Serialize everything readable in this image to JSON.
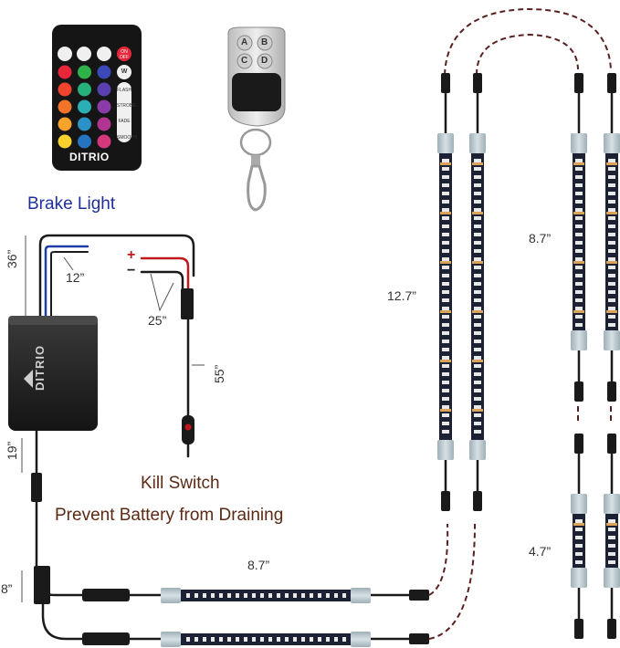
{
  "labels": {
    "brake_light": "Brake Light",
    "kill_switch": "Kill Switch",
    "prevent_battery": "Prevent Battery from Draining",
    "len_36": "36”",
    "len_12": "12”",
    "len_25": "25”",
    "len_55": "55”",
    "len_19": "19”",
    "len_8": "8”",
    "len_127": "12.7”",
    "len_87_right": "8.7”",
    "len_47": "4.7”",
    "len_87_bottom": "8.7”",
    "plus": "+",
    "minus": "−"
  },
  "ir_remote": {
    "brand": "DITRIO",
    "buttons": {
      "on_off": "ON OFF",
      "white": "W",
      "flash": "FLASH",
      "strobe": "STROBE",
      "fade": "FADE",
      "smooth": "SMOOTH"
    },
    "color_grid": [
      [
        "#e8263a",
        "#2fb24a",
        "#3b49b8"
      ],
      [
        "#f0442e",
        "#28b07a",
        "#5a3fb0"
      ],
      [
        "#f2742a",
        "#2ab0b4",
        "#8a3ba8"
      ],
      [
        "#f5a32a",
        "#2b92c8",
        "#b03590"
      ],
      [
        "#f7d22e",
        "#2574c0",
        "#d4387a"
      ]
    ]
  },
  "rf_remote": {
    "keys": [
      "A",
      "B",
      "C",
      "D"
    ]
  },
  "control_box": {
    "brand": "DITRIO"
  },
  "colors": {
    "wire": "#1a1a1a",
    "brake_wire": "#1e3fa8",
    "positive_wire": "#c0181d",
    "dashed_link": "#5a2020",
    "strip_body": "#1c2233",
    "strip_cap": "#b8c6cc",
    "led_amber": "#d9a35a",
    "led_white": "#e8e8e8"
  }
}
